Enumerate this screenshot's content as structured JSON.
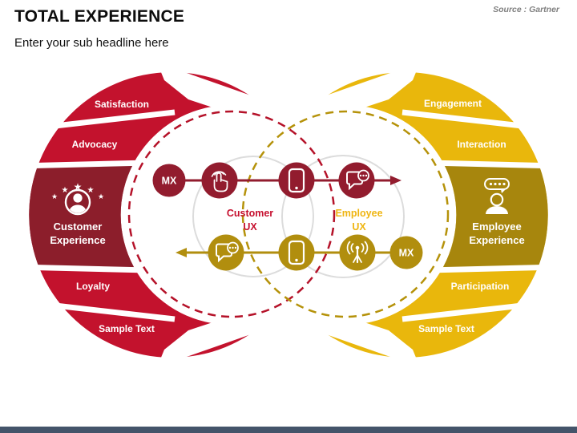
{
  "header": {
    "title": "TOTAL EXPERIENCE",
    "subtitle": "Enter your sub headline here",
    "source": "Source : Gartner"
  },
  "colors": {
    "bright_red": "#C3122D",
    "dark_red": "#8C1E2B",
    "circle_red": "#921C2E",
    "dashed_red": "#B51229",
    "bright_gold": "#E9B70C",
    "dark_gold": "#A7860D",
    "circle_gold": "#B18E0E",
    "dashed_gold": "#B5920A",
    "gray_circle": "#DCDCDC",
    "footer_bar": "#44546A",
    "customer_ux_text": "#C60F2E",
    "employee_ux_text": "#EFB511"
  },
  "left_ring": {
    "segments": [
      "Satisfaction",
      "Advocacy",
      "Loyalty",
      "Sample Text"
    ],
    "block": {
      "line1": "Customer",
      "line2": "Experience",
      "icon": "customer-stars-person-icon"
    }
  },
  "right_ring": {
    "segments": [
      "Engagement",
      "Interaction",
      "Participation",
      "Sample Text"
    ],
    "block": {
      "line1": "Employee",
      "line2": "Experience",
      "icon": "employee-thought-person-icon"
    }
  },
  "flow_top": {
    "mx": "MX",
    "label_line1": "Customer",
    "label_line2": "UX",
    "icons": [
      "mx-badge",
      "tap-icon",
      "smartphone-icon",
      "chat-icon"
    ],
    "direction": "right"
  },
  "flow_bottom": {
    "mx": "MX",
    "label_line1": "Employee",
    "label_line2": "UX",
    "icons": [
      "chat-icon",
      "smartphone-icon",
      "broadcast-icon",
      "mx-badge"
    ],
    "direction": "left"
  }
}
